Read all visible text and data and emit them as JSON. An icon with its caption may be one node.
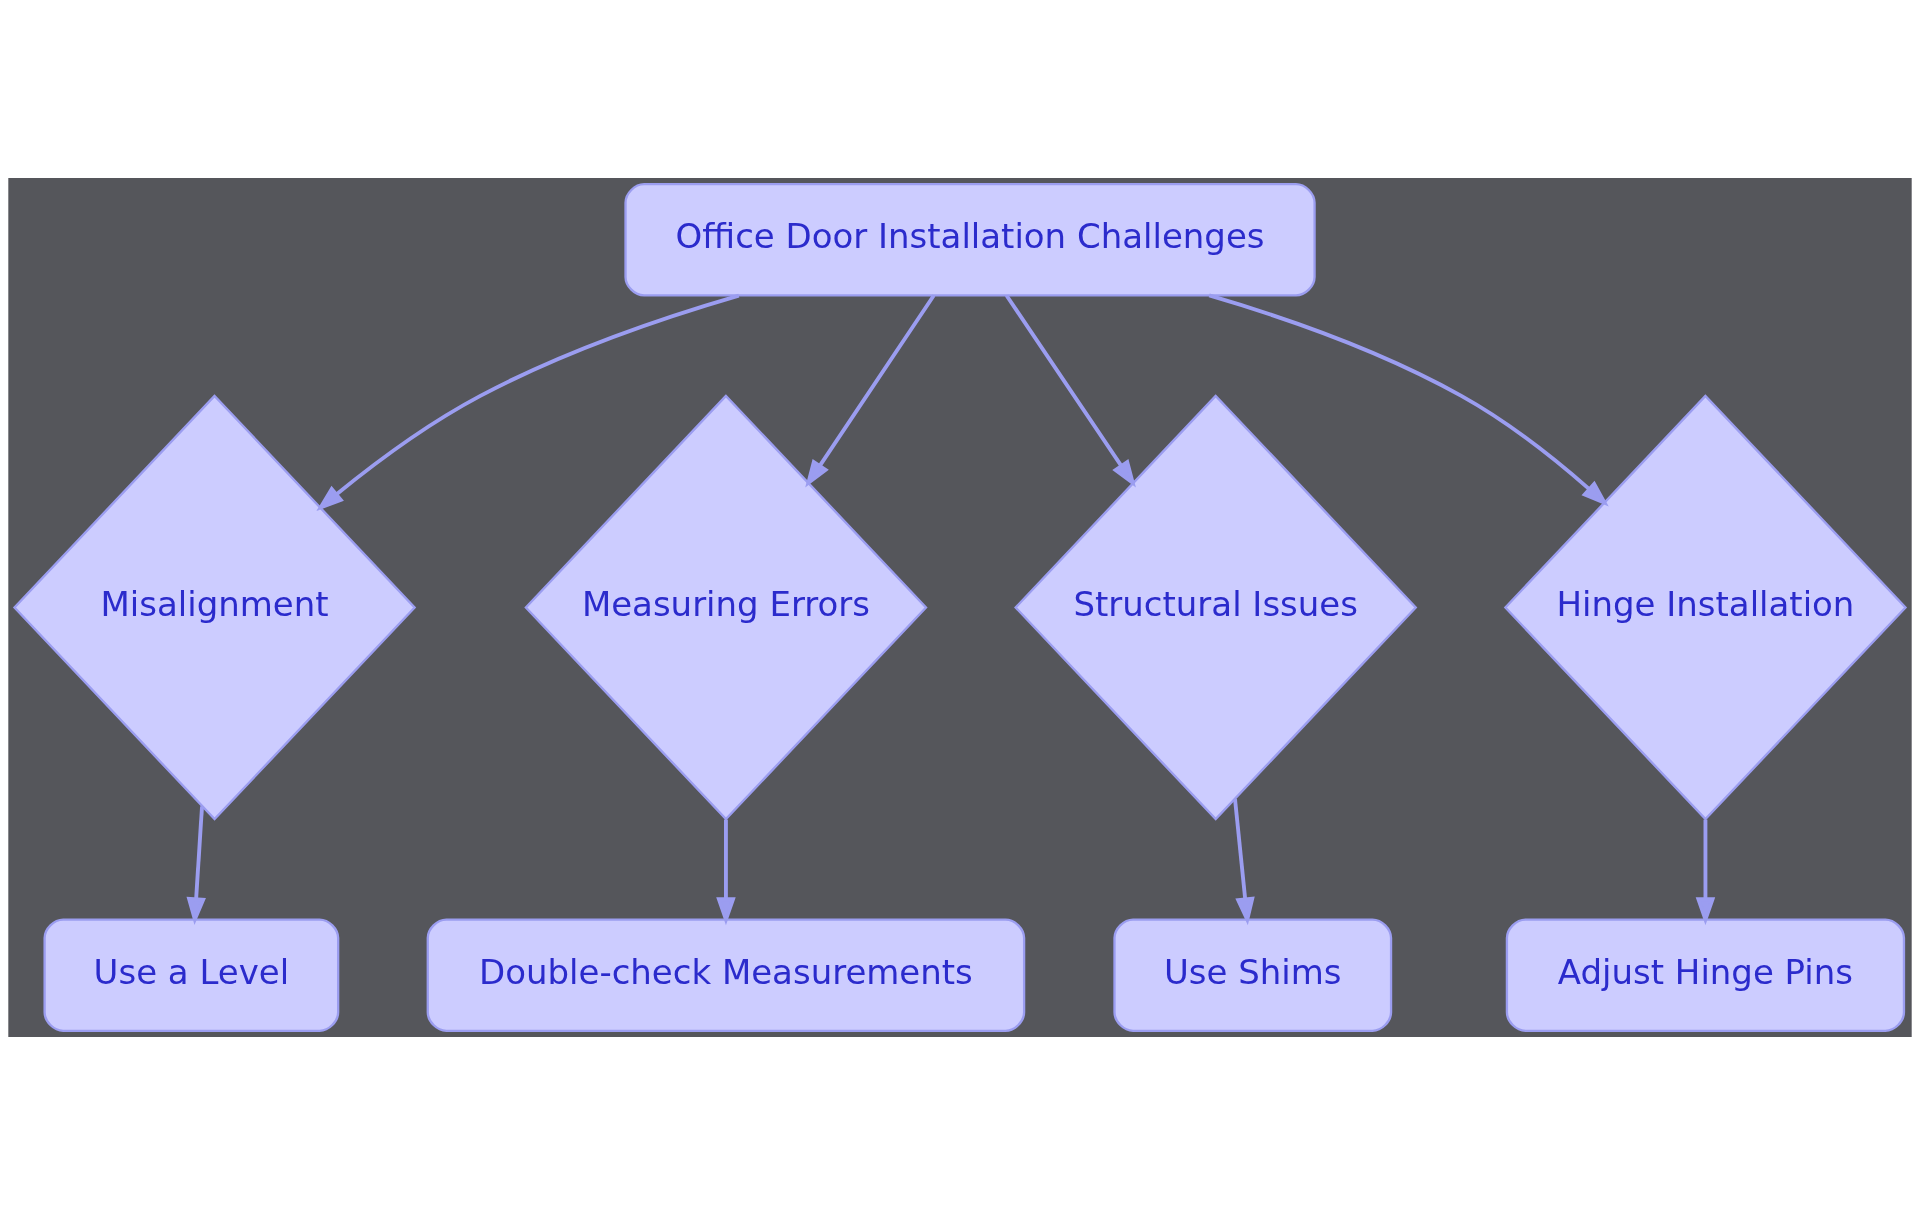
{
  "diagram": {
    "nodes": [
      {
        "text": [
          "Office Door Installation Challenges"
        ]
      },
      {
        "text": [
          "Misalignment"
        ]
      },
      {
        "text": [
          "Measuring Errors"
        ]
      },
      {
        "text": [
          "Structural Issues"
        ]
      },
      {
        "text": [
          "Hinge Installation"
        ]
      },
      {
        "text": [
          "Use a Level"
        ]
      },
      {
        "text": [
          "Double-check Measurements"
        ]
      },
      {
        "text": [
          "Use Shims"
        ]
      },
      {
        "text": [
          "Adjust Hinge Pins"
        ]
      }
    ],
    "edges": [
      {
        "from": 0,
        "to": 1,
        "arrow": "to"
      },
      {
        "from": 0,
        "to": 2,
        "arrow": "to"
      },
      {
        "from": 0,
        "to": 3,
        "arrow": "to"
      },
      {
        "from": 0,
        "to": 4,
        "arrow": "to"
      },
      {
        "from": 1,
        "to": 5,
        "arrow": "to"
      },
      {
        "from": 2,
        "to": 6,
        "arrow": "to"
      },
      {
        "from": 3,
        "to": 7,
        "arrow": "to"
      },
      {
        "from": 4,
        "to": 8,
        "arrow": "to"
      }
    ]
  }
}
